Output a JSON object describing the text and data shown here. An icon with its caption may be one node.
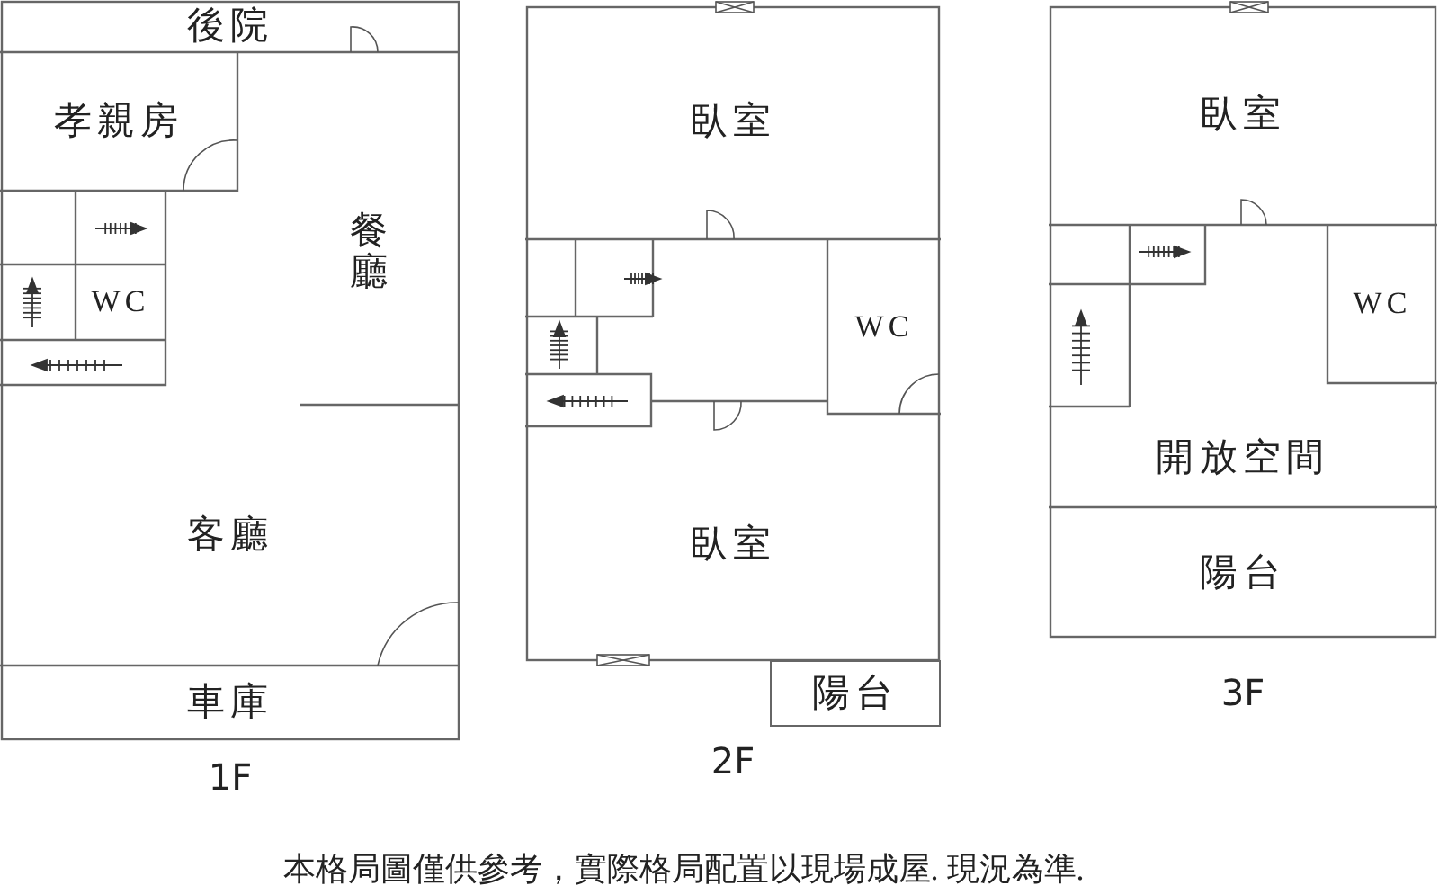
{
  "diagram": {
    "caption": "本格局圖僅供參考，實際格局配置以現場成屋. 現況為準.",
    "nodes": [
      {
        "text": [
          "1F"
        ]
      },
      {
        "text": [
          "後院"
        ],
        "in": 0
      },
      {
        "text": [
          "孝親房"
        ],
        "in": 0
      },
      {
        "text": [
          "WC"
        ],
        "in": 0
      },
      {
        "text": [
          "餐廳"
        ],
        "in": 0
      },
      {
        "text": [
          "客廳"
        ],
        "in": 0
      },
      {
        "text": [
          "車庫"
        ],
        "in": 0
      },
      {
        "text": [
          "2F"
        ]
      },
      {
        "text": [
          "臥室"
        ],
        "in": 7
      },
      {
        "text": [
          "WC"
        ],
        "in": 7
      },
      {
        "text": [
          "臥室"
        ],
        "in": 7
      },
      {
        "text": [
          "陽台"
        ]
      },
      {
        "text": [
          "3F"
        ]
      },
      {
        "text": [
          "臥室"
        ],
        "in": 12
      },
      {
        "text": [
          "WC"
        ],
        "in": 12
      },
      {
        "text": [
          "開放空間"
        ],
        "in": 12
      },
      {
        "text": [
          "陽台"
        ],
        "in": 12
      }
    ],
    "edges": []
  }
}
